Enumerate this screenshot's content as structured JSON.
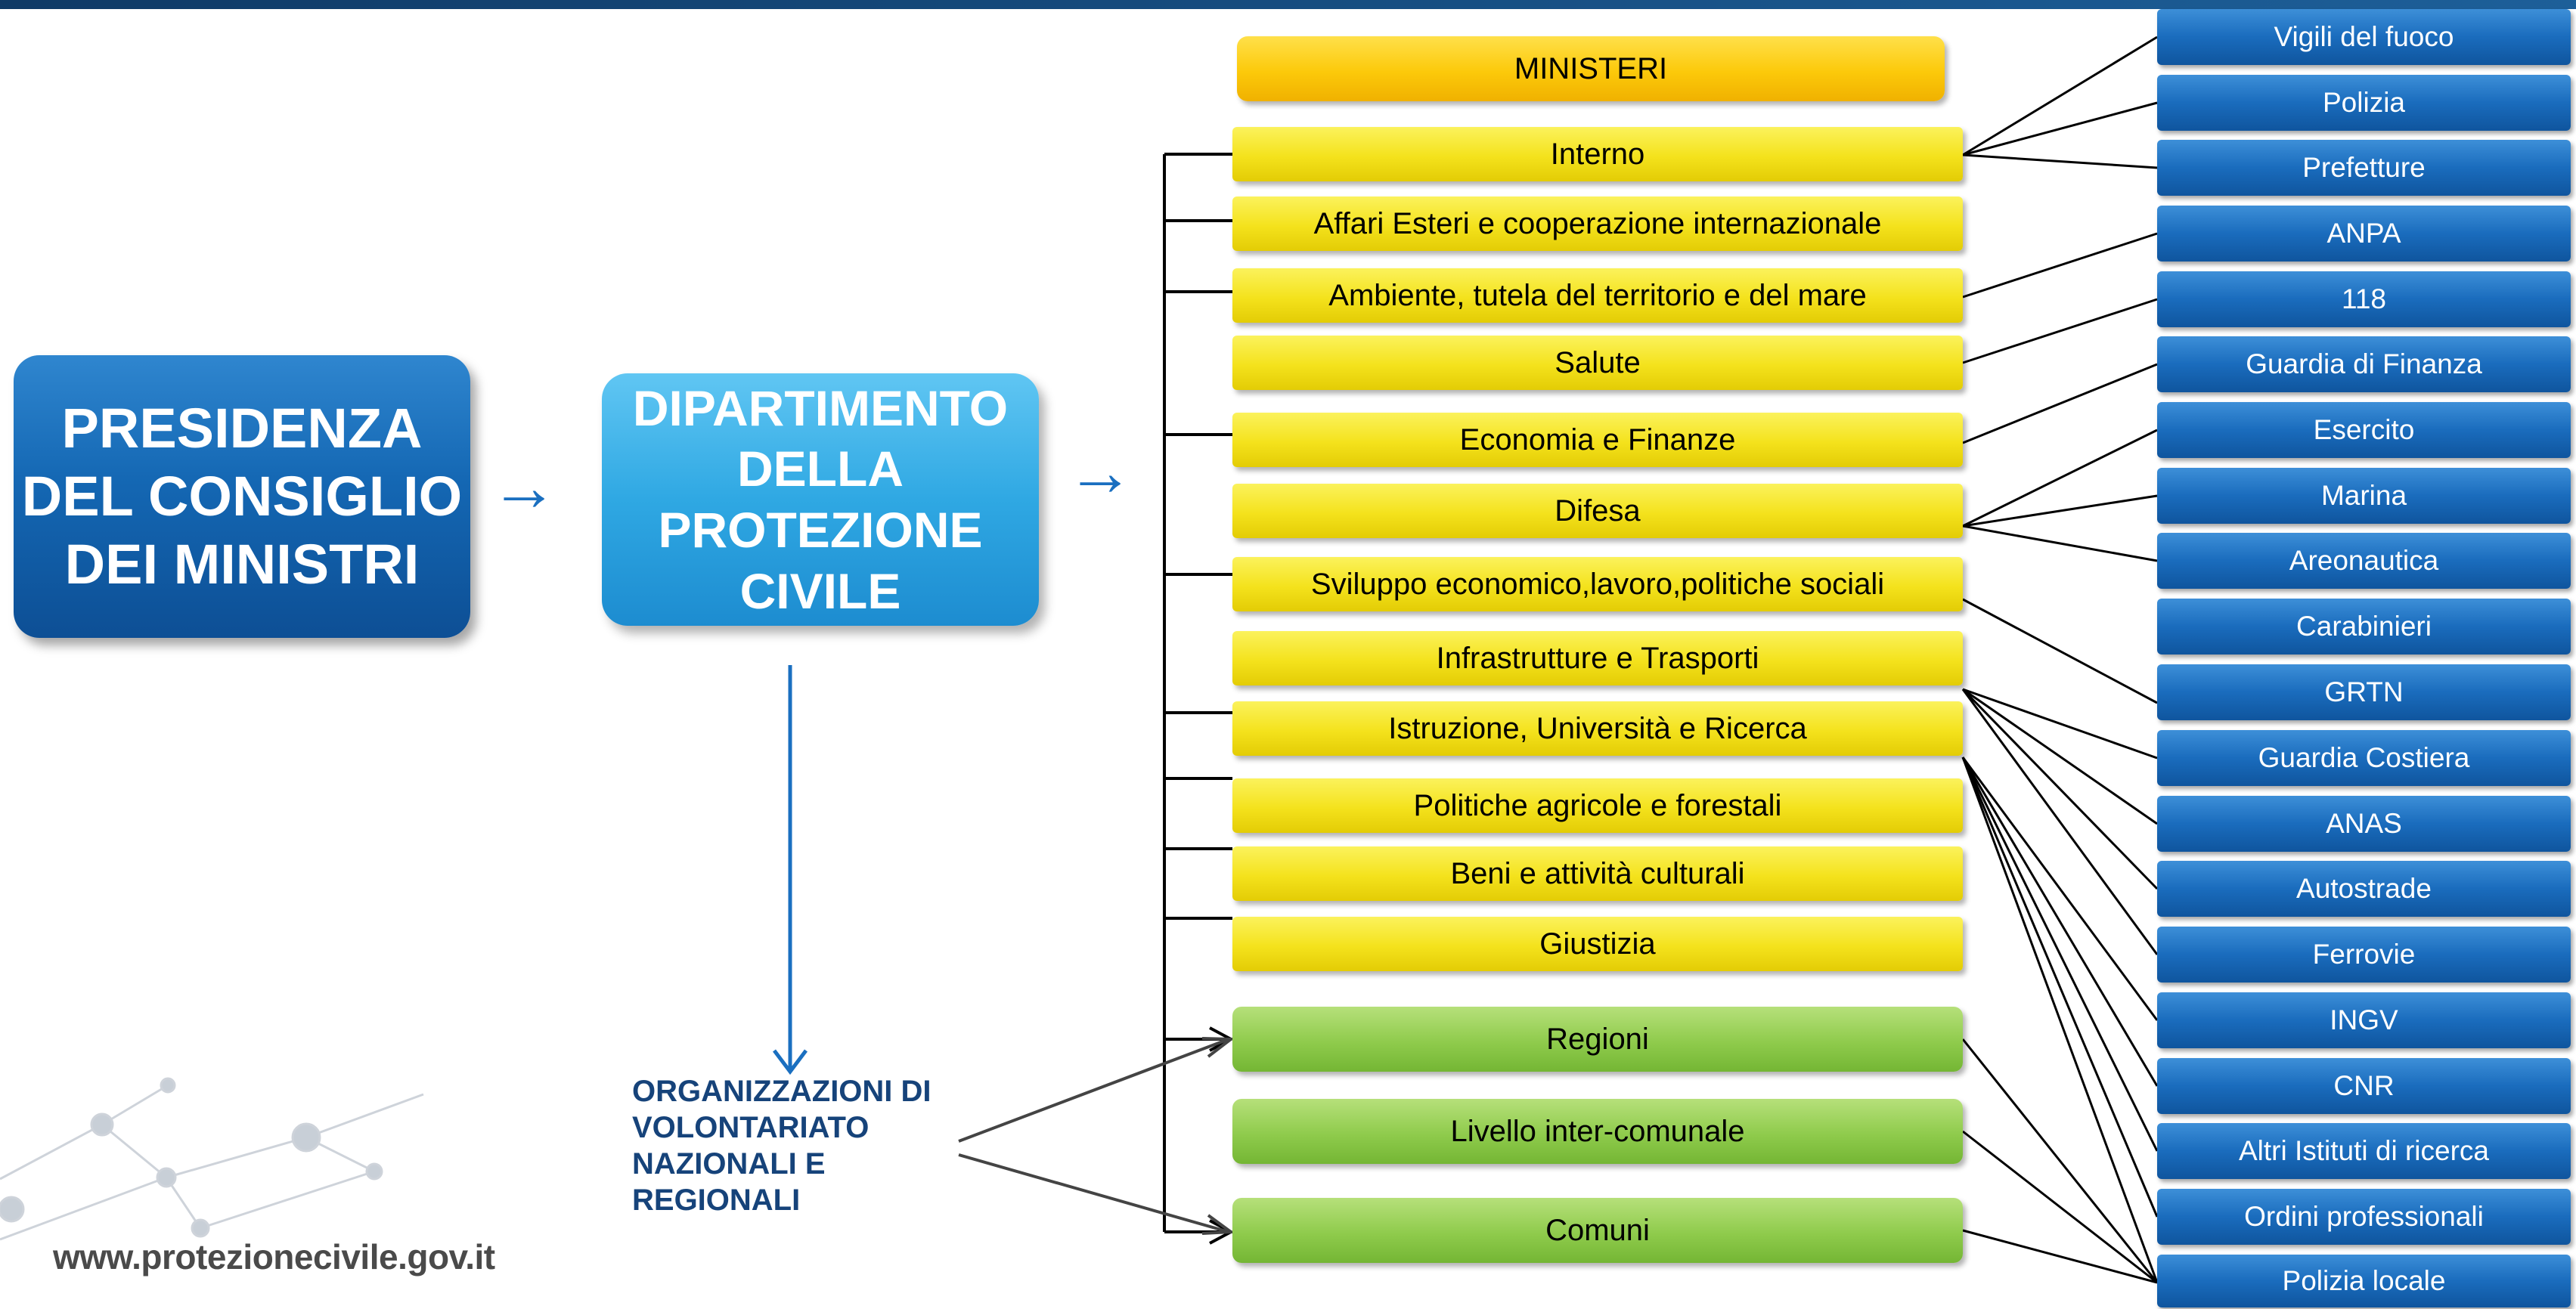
{
  "header_band_color": "#1d5f99",
  "presidenza": [
    "PRESIDENZA",
    "DEL CONSIGLIO",
    "DEI MINISTRI"
  ],
  "dipartimento": [
    "DIPARTIMENTO",
    "DELLA",
    "PROTEZIONE",
    "CIVILE"
  ],
  "ministeri_header": "MINISTERI",
  "ministries": [
    "Interno",
    "Affari Esteri e cooperazione internazionale",
    "Ambiente, tutela del territorio e del mare",
    "Salute",
    "Economia e Finanze",
    "Difesa",
    "Sviluppo economico,lavoro,politiche sociali",
    "Infrastrutture e Trasporti",
    "Istruzione, Università e Ricerca",
    "Politiche agricole e forestali",
    "Beni e attività culturali",
    "Giustizia"
  ],
  "local_levels": [
    "Regioni",
    "Livello inter-comunale",
    "Comuni"
  ],
  "entities": [
    "Vigili del fuoco",
    "Polizia",
    "Prefetture",
    "ANPA",
    "118",
    "Guardia di Finanza",
    "Esercito",
    "Marina",
    "Areonautica",
    "Carabinieri",
    "GRTN",
    "Guardia Costiera",
    "ANAS",
    "Autostrade",
    "Ferrovie",
    "INGV",
    "CNR",
    "Altri Istituti di ricerca",
    "Ordini professionali",
    "Polizia locale"
  ],
  "volontariato": [
    "ORGANIZZAZIONI DI",
    "VOLONTARIATO",
    "NAZIONALI E",
    "REGIONALI"
  ],
  "website": "www.protezionecivile.gov.it",
  "colors": {
    "presidenza": "#1467b3",
    "dipartimento": "#2fa8e3",
    "ministry": "#f4e21c",
    "ministeri_header": "#fcc90a",
    "local_level": "#8fcb4c",
    "entity": "#1a6cbd",
    "volontariato_text": "#16437a",
    "connector": "#000000",
    "arrow": "#1a6fc0"
  }
}
